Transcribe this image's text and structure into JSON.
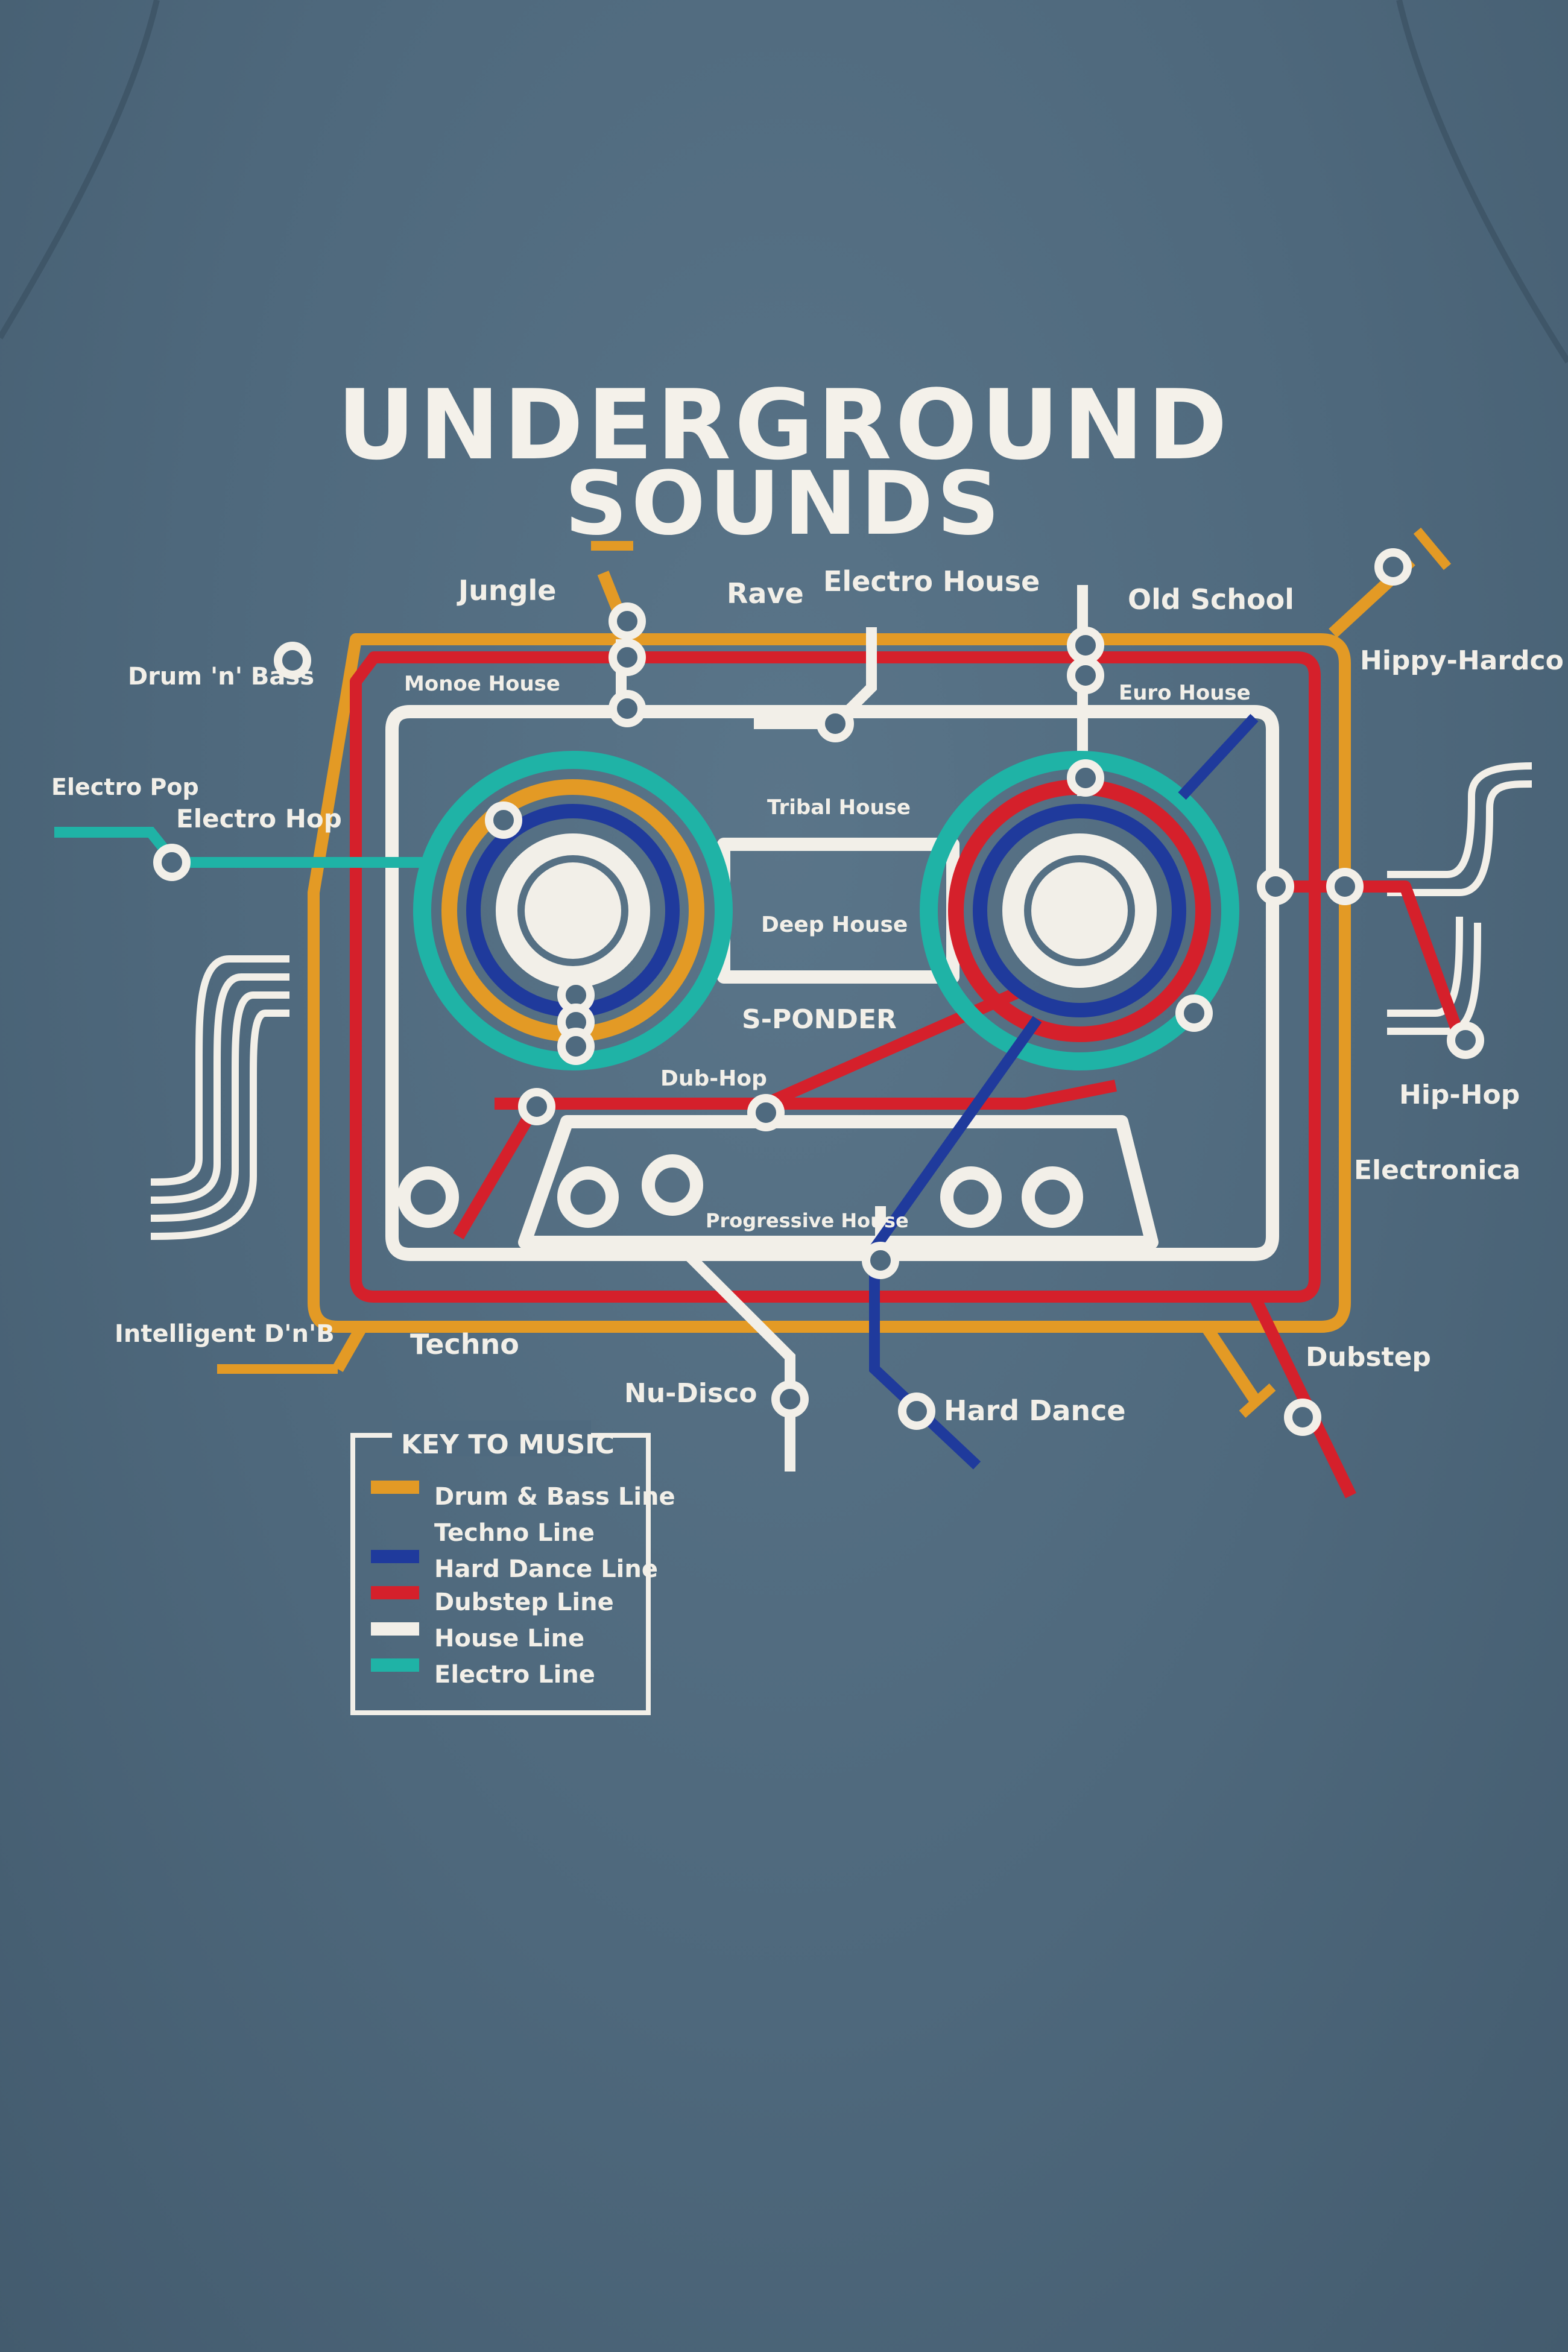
{
  "title": {
    "line1": "UNDERGROUND",
    "line2": "SOUNDS"
  },
  "logo": "S-PONDER",
  "colors": {
    "fabric": "#4f6a7f",
    "drum_bass": "#e39a25",
    "techno": "#f2efe8",
    "hard_dance": "#1f3a9c",
    "dubstep": "#d5202b",
    "house": "#f2efe8",
    "electro": "#1fb3a6"
  },
  "stations": {
    "jungle": "Jungle",
    "rave": "Rave",
    "electro_house": "Electro House",
    "old_school": "Old School",
    "hippy_hardcore": "Hippy-Hardco",
    "drum_n_bass": "Drum 'n' Bass",
    "monoe_house": "Monoe House",
    "euro_house": "Euro House",
    "electro_pop": "Electro Pop",
    "electro_hop": "Electro Hop",
    "tribal_house": "Tribal House",
    "deep_house": "Deep House",
    "dub_hop": "Dub-Hop",
    "hip_hop": "Hip-Hop",
    "electronica": "Electronica",
    "progressive_house": "Progressive House",
    "intelligent_dnb": "Intelligent D'n'B",
    "techno": "Techno",
    "nu_disco": "Nu-Disco",
    "hard_dance": "Hard Dance",
    "dubstep": "Dubstep"
  },
  "legend": {
    "title": "KEY TO MUSIC",
    "items": [
      {
        "label": "Drum & Bass Line",
        "color": "#e39a25"
      },
      {
        "label": "Techno Line",
        "color": "none"
      },
      {
        "label": "Hard Dance Line",
        "color": "#1f3a9c"
      },
      {
        "label": "Dubstep Line",
        "color": "#d5202b"
      },
      {
        "label": "House Line",
        "color": "#f2efe8"
      },
      {
        "label": "Electro Line",
        "color": "#1fb3a6"
      }
    ]
  }
}
